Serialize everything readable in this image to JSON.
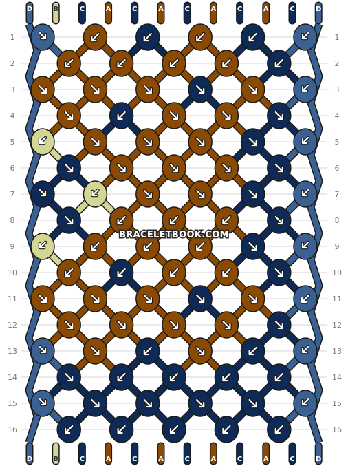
{
  "colors": {
    "A": "#8b4a04",
    "B": "#d4d696",
    "C": "#0e2a56",
    "D": "#3a6191"
  },
  "strings_top": [
    "D",
    "B",
    "C",
    "A",
    "C",
    "A",
    "C",
    "A",
    "C",
    "A",
    "C",
    "D"
  ],
  "strings_bottom": [
    "D",
    "B",
    "C",
    "A",
    "C",
    "A",
    "C",
    "A",
    "C",
    "A",
    "C",
    "D"
  ],
  "row_labels": [
    "1",
    "2",
    "3",
    "4",
    "5",
    "6",
    "7",
    "8",
    "9",
    "10",
    "11",
    "12",
    "13",
    "14",
    "15",
    "16"
  ],
  "watermark": "BRACELETBOOK.COM",
  "knots": [
    [
      {
        "c": "D",
        "d": "rf"
      },
      {
        "c": "A",
        "d": "l"
      },
      {
        "c": "C",
        "d": "l"
      },
      {
        "c": "A",
        "d": "l"
      },
      {
        "c": "C",
        "d": "l"
      },
      {
        "c": "D",
        "d": "lb"
      }
    ],
    [
      {
        "c": "A",
        "d": "l"
      },
      {
        "c": "A",
        "d": "l"
      },
      {
        "c": "A",
        "d": "l"
      },
      {
        "c": "A",
        "d": "l"
      },
      {
        "c": "C",
        "d": "l"
      }
    ],
    [
      {
        "c": "A",
        "d": "r"
      },
      {
        "c": "A",
        "d": "r"
      },
      {
        "c": "A",
        "d": "r"
      },
      {
        "c": "C",
        "d": "r"
      },
      {
        "c": "A",
        "d": "r"
      },
      {
        "c": "D",
        "d": "lb"
      }
    ],
    [
      {
        "c": "A",
        "d": "r"
      },
      {
        "c": "C",
        "d": "l"
      },
      {
        "c": "A",
        "d": "r"
      },
      {
        "c": "A",
        "d": "r"
      },
      {
        "c": "C",
        "d": "r"
      }
    ],
    [
      {
        "c": "B",
        "d": "lb"
      },
      {
        "c": "A",
        "d": "r"
      },
      {
        "c": "A",
        "d": "r"
      },
      {
        "c": "A",
        "d": "r"
      },
      {
        "c": "C",
        "d": "r"
      },
      {
        "c": "D",
        "d": "lb"
      }
    ],
    [
      {
        "c": "C",
        "d": "r"
      },
      {
        "c": "A",
        "d": "r"
      },
      {
        "c": "A",
        "d": "r"
      },
      {
        "c": "A",
        "d": "r"
      },
      {
        "c": "C",
        "d": "r"
      }
    ],
    [
      {
        "c": "C",
        "d": "rf"
      },
      {
        "c": "B",
        "d": "lb"
      },
      {
        "c": "A",
        "d": "r"
      },
      {
        "c": "A",
        "d": "r"
      },
      {
        "c": "C",
        "d": "r"
      },
      {
        "c": "D",
        "d": "lb"
      }
    ],
    [
      {
        "c": "C",
        "d": "r"
      },
      {
        "c": "A",
        "d": "l"
      },
      {
        "c": "A",
        "d": "l"
      },
      {
        "c": "A",
        "d": "l"
      },
      {
        "c": "C",
        "d": "r"
      }
    ],
    [
      {
        "c": "B",
        "d": "lb"
      },
      {
        "c": "A",
        "d": "l"
      },
      {
        "c": "A",
        "d": "l"
      },
      {
        "c": "A",
        "d": "l"
      },
      {
        "c": "C",
        "d": "r"
      },
      {
        "c": "D",
        "d": "lb"
      }
    ],
    [
      {
        "c": "A",
        "d": "l"
      },
      {
        "c": "C",
        "d": "l"
      },
      {
        "c": "A",
        "d": "l"
      },
      {
        "c": "A",
        "d": "l"
      },
      {
        "c": "C",
        "d": "r"
      }
    ],
    [
      {
        "c": "A",
        "d": "r"
      },
      {
        "c": "A",
        "d": "r"
      },
      {
        "c": "A",
        "d": "r"
      },
      {
        "c": "C",
        "d": "r"
      },
      {
        "c": "A",
        "d": "r"
      },
      {
        "c": "D",
        "d": "l"
      }
    ],
    [
      {
        "c": "A",
        "d": "r"
      },
      {
        "c": "A",
        "d": "r"
      },
      {
        "c": "A",
        "d": "r"
      },
      {
        "c": "A",
        "d": "r"
      },
      {
        "c": "C",
        "d": "r"
      }
    ],
    [
      {
        "c": "D",
        "d": "rf"
      },
      {
        "c": "A",
        "d": "r"
      },
      {
        "c": "C",
        "d": "l"
      },
      {
        "c": "A",
        "d": "r"
      },
      {
        "c": "C",
        "d": "l"
      },
      {
        "c": "D",
        "d": "lb"
      }
    ],
    [
      {
        "c": "C",
        "d": "r"
      },
      {
        "c": "C",
        "d": "l"
      },
      {
        "c": "C",
        "d": "l"
      },
      {
        "c": "C",
        "d": "l"
      },
      {
        "c": "C",
        "d": "l"
      }
    ],
    [
      {
        "c": "D",
        "d": "rf"
      },
      {
        "c": "C",
        "d": "r"
      },
      {
        "c": "C",
        "d": "r"
      },
      {
        "c": "C",
        "d": "r"
      },
      {
        "c": "C",
        "d": "r"
      },
      {
        "c": "D",
        "d": "lb"
      }
    ],
    [
      {
        "c": "C",
        "d": "l"
      },
      {
        "c": "C",
        "d": "l"
      },
      {
        "c": "C",
        "d": "l"
      },
      {
        "c": "C",
        "d": "l"
      },
      {
        "c": "C",
        "d": "l"
      }
    ]
  ]
}
